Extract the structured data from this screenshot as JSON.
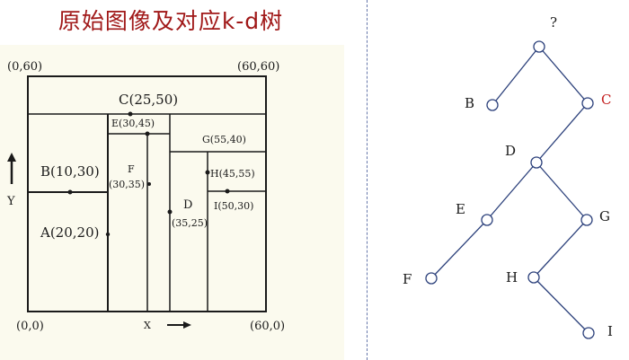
{
  "title": "原始图像及对应k-d树",
  "plane": {
    "corner_top_left": "(0,60)",
    "corner_top_right": "(60,60)",
    "corner_bottom_left": "(0,0)",
    "corner_bottom_right": "(60,0)",
    "axis_x": "X",
    "axis_y": "Y",
    "regions": [
      {
        "id": "A",
        "label": "A(20,20)"
      },
      {
        "id": "B",
        "label": "B(10,30)"
      },
      {
        "id": "C",
        "label": "C(25,50)"
      },
      {
        "id": "E",
        "label": "E(30,45)"
      },
      {
        "id": "F",
        "label": "F",
        "coord": "(30,35)"
      },
      {
        "id": "D",
        "label": "D",
        "coord": "(35,25)"
      },
      {
        "id": "G",
        "label": "G(55,40)"
      },
      {
        "id": "H",
        "label": "H(45,55)"
      },
      {
        "id": "I",
        "label": "I(50,30)"
      }
    ]
  },
  "tree": {
    "root": "?",
    "nodes": [
      "B",
      "C",
      "D",
      "E",
      "G",
      "F",
      "H",
      "I"
    ],
    "highlight_color": "#c42020"
  }
}
